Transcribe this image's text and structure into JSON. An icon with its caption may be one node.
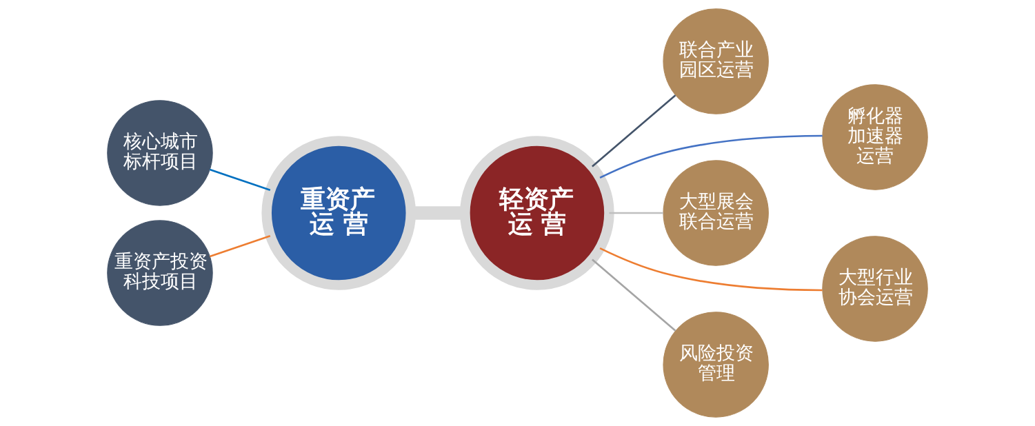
{
  "diagram": {
    "nodes": [
      {
        "text": [
          "核心城市标杆项目"
        ]
      },
      {
        "text": [
          "重资产投资科技项目"
        ]
      },
      {
        "text": [
          "重资产运 营"
        ]
      },
      {
        "text": [
          "轻资产运 营"
        ]
      },
      {
        "text": [
          "联合产业园区运营"
        ]
      },
      {
        "text": [
          "孵化器加速器运营"
        ]
      },
      {
        "text": [
          "大型展会联合运营"
        ]
      },
      {
        "text": [
          "大型行业协会运营"
        ]
      },
      {
        "text": [
          "风险投资管理"
        ]
      }
    ],
    "edges": [
      {
        "from": 0,
        "to": 2,
        "arrow": "none",
        "color": "#0070c0"
      },
      {
        "from": 1,
        "to": 2,
        "arrow": "none",
        "color": "#ed7d31"
      },
      {
        "from": 2,
        "to": 3,
        "arrow": "none",
        "style": "thick",
        "color": "#d9d9d9"
      },
      {
        "from": 3,
        "to": 4,
        "arrow": "none",
        "color": "#44546a"
      },
      {
        "from": 3,
        "to": 5,
        "arrow": "none",
        "color": "#4472c4"
      },
      {
        "from": 3,
        "to": 6,
        "arrow": "none",
        "color": "#bfbfbf"
      },
      {
        "from": 3,
        "to": 7,
        "arrow": "none",
        "color": "#ed7d31"
      },
      {
        "from": 3,
        "to": 8,
        "arrow": "none",
        "color": "#a5a5a5"
      }
    ]
  }
}
